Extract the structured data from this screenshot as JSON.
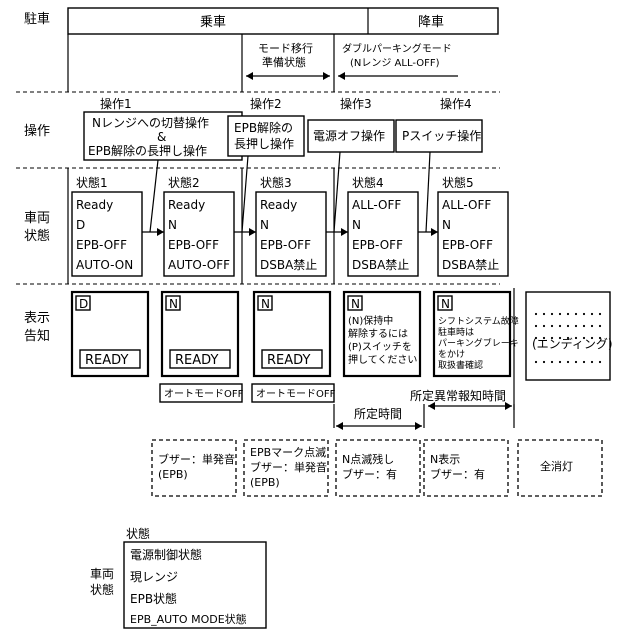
{
  "header": {
    "parking": "駐車",
    "riding": "乗車",
    "exiting": "降車"
  },
  "mode": {
    "transition_line1": "モード移行",
    "transition_line2": "準備状態",
    "double_line1": "ダブルパーキングモード",
    "double_line2": "(Nレンジ ALL-OFF)"
  },
  "rows": {
    "operation": "操作",
    "vehicle_line1": "車両",
    "vehicle_line2": "状態",
    "display_line1": "表示",
    "display_line2": "告知"
  },
  "operations": [
    {
      "title": "操作1",
      "lines": [
        "Nレンジへの切替操作",
        "&",
        "EPB解除の長押し操作"
      ]
    },
    {
      "title": "操作2",
      "lines": [
        "EPB解除の",
        "長押し操作"
      ]
    },
    {
      "title": "操作3",
      "lines": [
        "電源オフ操作"
      ]
    },
    {
      "title": "操作4",
      "lines": [
        "Pスイッチ操作"
      ]
    }
  ],
  "states": [
    {
      "title": "状態1",
      "items": [
        "Ready",
        "D",
        "EPB-OFF",
        "AUTO-ON"
      ]
    },
    {
      "title": "状態2",
      "items": [
        "Ready",
        "N",
        "EPB-OFF",
        "AUTO-OFF"
      ]
    },
    {
      "title": "状態3",
      "items": [
        "Ready",
        "N",
        "EPB-OFF",
        "DSBA禁止"
      ]
    },
    {
      "title": "状態4",
      "items": [
        "ALL-OFF",
        "N",
        "EPB-OFF",
        "DSBA禁止"
      ]
    },
    {
      "title": "状態5",
      "items": [
        "ALL-OFF",
        "N",
        "EPB-OFF",
        "DSBA禁止"
      ]
    }
  ],
  "displays": [
    {
      "gear": "D",
      "ready": "READY",
      "sub": ""
    },
    {
      "gear": "N",
      "ready": "READY",
      "sub": "オートモードOFF"
    },
    {
      "gear": "N",
      "ready": "READY",
      "sub": "オートモードOFF"
    },
    {
      "gear": "N",
      "lines": [
        "(N)保持中",
        "解除するには",
        "(P)スイッチを",
        "押してください"
      ]
    },
    {
      "gear": "N",
      "lines": [
        "シフトシステム故障",
        "駐車時は",
        "パーキングブレーキ",
        "をかけ",
        "取扱書確認"
      ]
    },
    {
      "ending": "(エンディング)"
    }
  ],
  "timing": {
    "fixed_time": "所定時間",
    "fixed_abnormal_time": "所定異常報知時間"
  },
  "notifications": [
    {
      "lines": [
        "ブザー：単発音",
        "(EPB)"
      ]
    },
    {
      "lines": [
        "EPBマーク点滅",
        "ブザー：単発音",
        "(EPB)"
      ]
    },
    {
      "lines": [
        "N点滅残し",
        "ブザー：有"
      ]
    },
    {
      "lines": [
        "N表示",
        "ブザー：有"
      ]
    },
    {
      "lines": [
        "全消灯"
      ]
    }
  ],
  "legend": {
    "side_line1": "車両",
    "side_line2": "状態",
    "title": "状態",
    "items": [
      "電源制御状態",
      "現レンジ",
      "EPB状態",
      "EPB_AUTO MODE状態"
    ]
  }
}
